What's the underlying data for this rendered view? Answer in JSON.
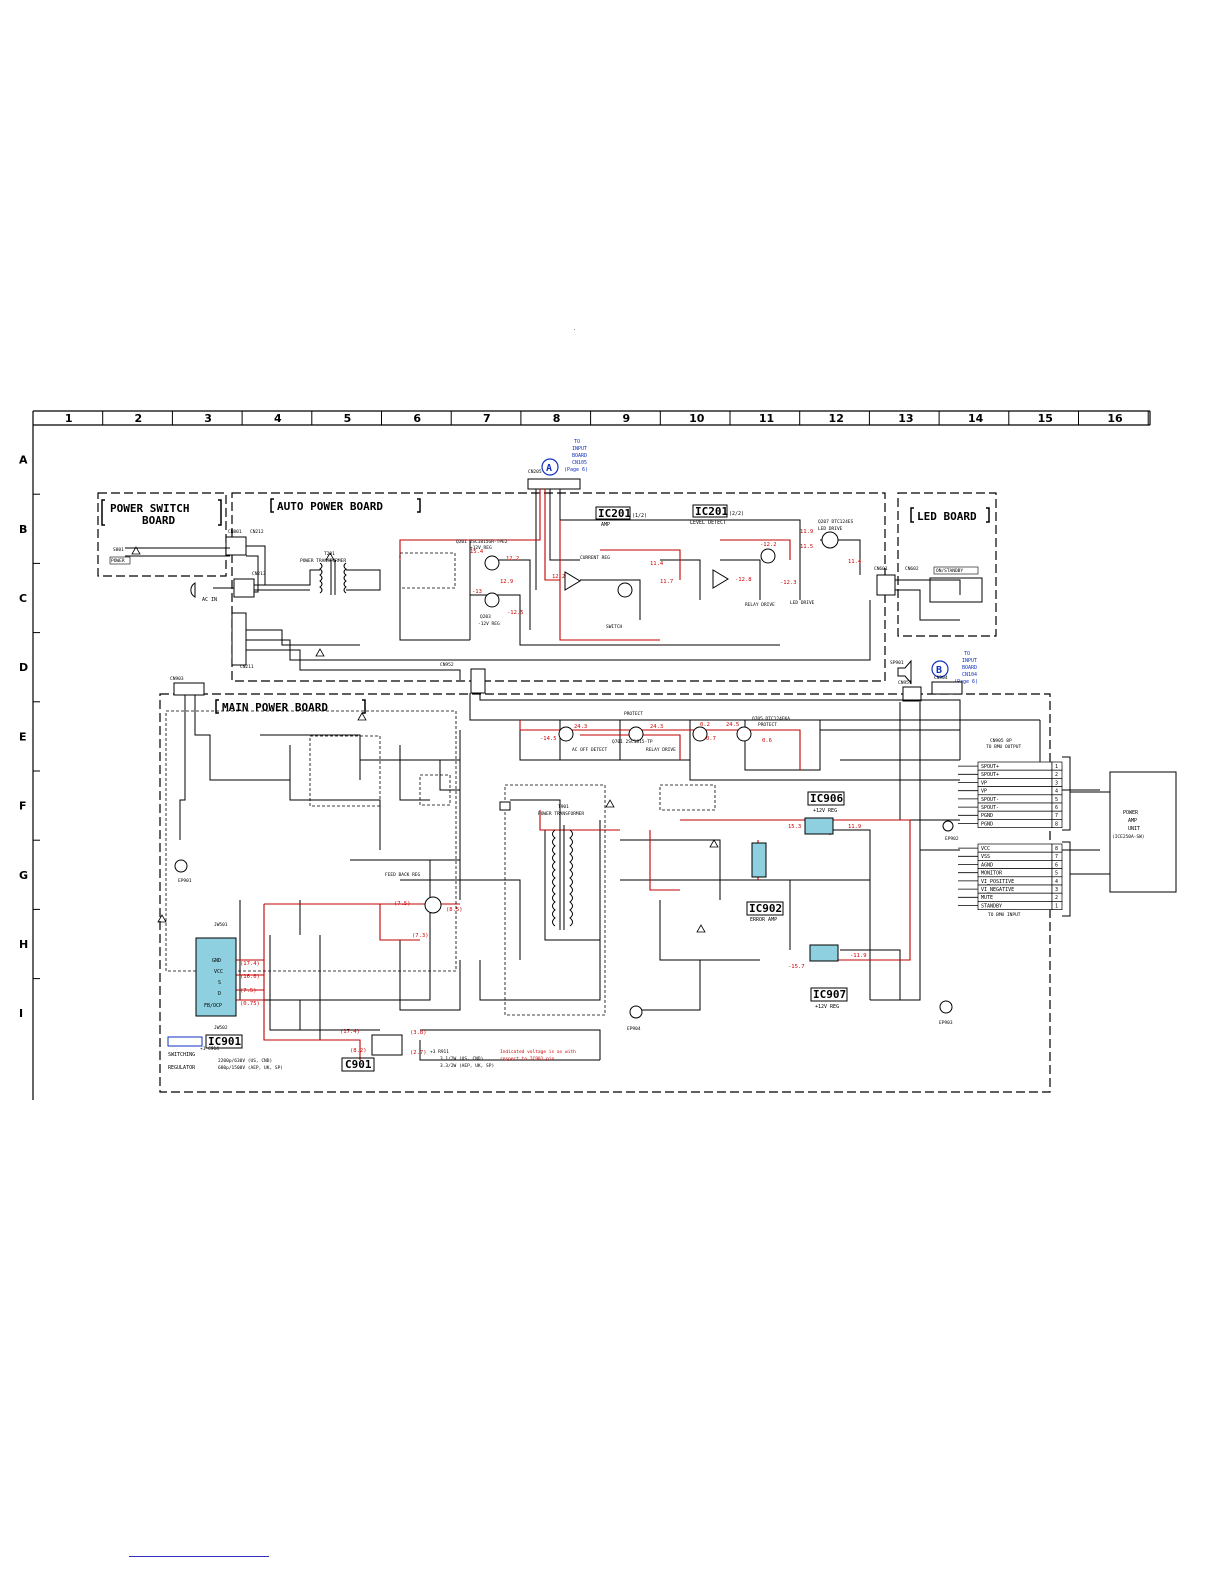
{
  "page": {
    "small_mark": "."
  },
  "grid": {
    "columns": [
      "1",
      "2",
      "3",
      "4",
      "5",
      "6",
      "7",
      "8",
      "9",
      "10",
      "11",
      "12",
      "13",
      "14",
      "15",
      "16"
    ],
    "rows": [
      "A",
      "B",
      "C",
      "D",
      "E",
      "F",
      "G",
      "H",
      "I"
    ]
  },
  "boards": {
    "power_switch": [
      "POWER SWITCH",
      "BOARD"
    ],
    "auto_power": "AUTO POWER BOARD",
    "led": "LED BOARD",
    "main_power": "MAIN POWER BOARD"
  },
  "refs": {
    "A": {
      "letter": "A",
      "lines": [
        "TO",
        "INPUT",
        "BOARD",
        "CN105",
        "(Page 6)"
      ]
    },
    "B": {
      "letter": "B",
      "lines": [
        "TO",
        "INPUT",
        "BOARD",
        "CN104",
        "(Page 6)"
      ]
    }
  },
  "ics": {
    "ic201a": {
      "name": "IC201",
      "sub": "(1/2)",
      "desc": "AMP"
    },
    "ic201b": {
      "name": "IC201",
      "sub": "(2/2)",
      "desc": "LEVEL DETECT"
    },
    "ic906": {
      "name": "IC906",
      "desc": "+12V REG"
    },
    "ic902": {
      "name": "IC902",
      "desc": "ERROR AMP"
    },
    "ic907": {
      "name": "IC907",
      "desc": "+12V REG"
    },
    "ic901": {
      "name": "IC901",
      "desc": [
        "SWITCHING",
        "REGULATOR"
      ]
    },
    "c901": {
      "name": "C901"
    }
  },
  "labels": {
    "s801": "S801",
    "power": "POWER",
    "cn801": "CN801",
    "cn211": "CN211",
    "cn212": "CN212",
    "cn213": "CN213",
    "t201": "T201",
    "power_transformer": "POWER TRANSFORMER",
    "ac_in": "AC IN",
    "cn205": "CN205",
    "q201": "Q201 2SC1815GR-TPE2",
    "q201_desc": "+12V REG",
    "q203": "Q203",
    "q203_desc": "-12V REG",
    "current_reg": "CURRENT REG",
    "switch": "SWITCH",
    "relay_drive": "RELAY DRIVE",
    "led_drive": "LED DRIVE",
    "q207": "Q207 DTC124ES",
    "q207_desc": "LED DRIVE",
    "cn601": "CN601",
    "cn602": "CN602",
    "on_standby": "ON/STANDBY",
    "cn903": "CN903",
    "cn904": "CN904",
    "cn951": "CN951",
    "cn952": "CN952",
    "sp901": "SP901",
    "q701": "Q701 2SC1815-TP",
    "q701_desc": "AC OFF DETECT",
    "q704_desc": "PROTECT",
    "q702_desc": "RELAY DRIVE",
    "q705": "Q705 DTC124EKA",
    "q705_desc": "PROTECT",
    "t901": "T901",
    "t901_desc": "POWER TRANSFORMER",
    "feed_back_reg": "FEED BACK REG",
    "ep901": "EP901",
    "ep902": "EP902",
    "ep903": "EP903",
    "ep904": "EP904",
    "jw501": "JW501",
    "jw502": "JW502",
    "ic901_pins": [
      "GND",
      "VCC",
      "S",
      "D",
      "FB/OCP"
    ],
    "ic901_note1": "+1 C914",
    "ic901_note2": "2200p/630V (US, CND)",
    "ic901_note3": "680p/1500V (AEP, UK, SP)",
    "note_red1": "Indicated voltage is as with",
    "note_red2": "respect to IC901 pin.",
    "note3": "+3 R911",
    "note3a": "3.1/2W (US, CND)",
    "note3b": "3.3/2W (AEP, UK, SP)",
    "cn905": "CN905 8P",
    "cn905_desc": "TO BMU OUTPUT",
    "cn907": "CN907 8P",
    "cn907_desc": "TO BMU INPUT",
    "power_amp": [
      "POWER",
      "AMP",
      "UNIT",
      "(ICE250A-SW)"
    ]
  },
  "connector_top": {
    "pins": [
      "SPOUT+",
      "SPOUT+",
      "VP",
      "VP",
      "SPOUT-",
      "SPOUT-",
      "PGND",
      "PGND"
    ],
    "nums": [
      "1",
      "2",
      "3",
      "4",
      "5",
      "6",
      "7",
      "8"
    ]
  },
  "connector_bottom": {
    "pins": [
      "VCC",
      "VSS",
      "AGND",
      "MONITOR",
      "VI_POSITIVE",
      "VI_NEGATIVE",
      "MUTE",
      "STANDBY"
    ],
    "nums": [
      "8",
      "7",
      "6",
      "5",
      "4",
      "3",
      "2",
      "1"
    ]
  },
  "voltages": [
    "15.4",
    "12.2",
    "12.9",
    "-13",
    "-12.5",
    "12.2",
    "11.4",
    "11.7",
    "-12.2",
    "11.9",
    "11.5",
    "11.4",
    "-12.3",
    "-12.8",
    "-14.5",
    "24.3",
    "24.3",
    "0.2",
    "0.7",
    "24.5",
    "0.6",
    "15.3",
    "11.9",
    "-11.9",
    "-15.7",
    "(7.5)",
    "(8.5)",
    "(7.3)",
    "(17.4)",
    "(16.0)",
    "(7.5)",
    "(0.75)",
    "(17.4)",
    "(8.2)",
    "(3.8)",
    "(2.7)"
  ],
  "colors": {
    "wire": "#000000",
    "voltage": "#d00000",
    "highlight": "#8fd0e0",
    "reference": "#1030c0"
  }
}
